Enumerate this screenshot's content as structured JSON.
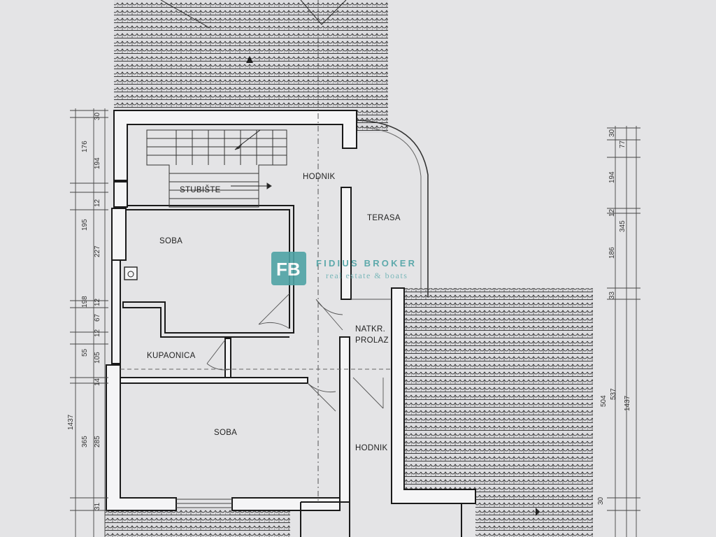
{
  "rooms": {
    "stairs": "STUBIŠTE",
    "hall_top": "HODNIK",
    "terrace": "TERASA",
    "room_top": "SOBA",
    "covered_passage_line1": "NATKR.",
    "covered_passage_line2": "PROLAZ",
    "bathroom": "KUPAONICA",
    "room_bottom": "SOBA",
    "hall_bottom": "HODNIK"
  },
  "dimensions_left_outer": {
    "d1": "30",
    "d2": "176",
    "d3": "195",
    "d4": "198",
    "d5": "55",
    "d6": "365",
    "d7": "31",
    "total": "1437"
  },
  "dimensions_left_inner": {
    "d1": "194",
    "d2": "12",
    "d3": "227",
    "d4": "12",
    "d5": "67",
    "d6": "12",
    "d7": "105",
    "d8": "14",
    "d9": "285"
  },
  "dimensions_right": {
    "d1": "30",
    "d2": "77",
    "d3": "194",
    "d4": "12",
    "d5": "345",
    "d6": "186",
    "d7": "33",
    "d8": "504",
    "d9": "537",
    "total": "1437",
    "d10": "30"
  },
  "watermark": {
    "logo": "FB",
    "name": "FIDIUS BROKER",
    "tagline": "real estate & boats",
    "color": "#4fa3a5"
  }
}
